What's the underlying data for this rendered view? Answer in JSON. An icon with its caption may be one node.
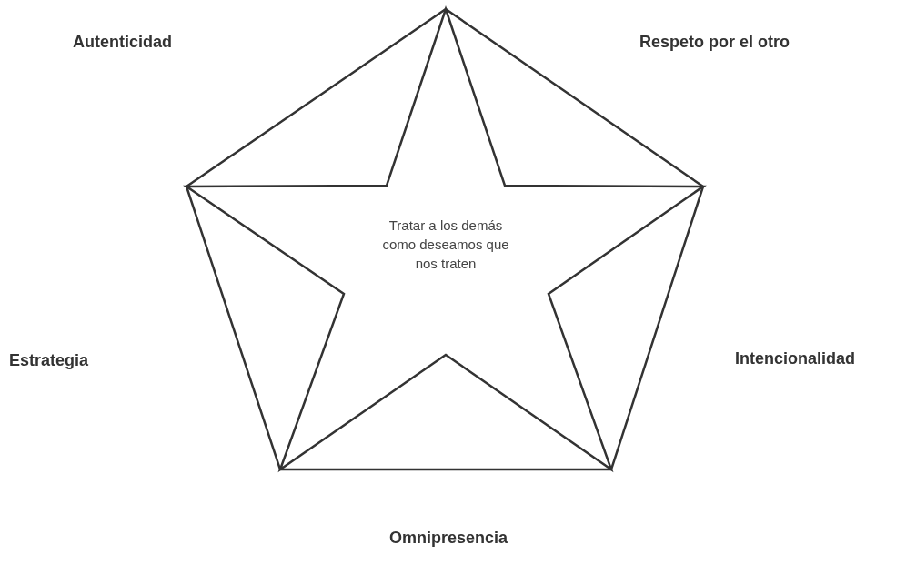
{
  "diagram": {
    "nodes": [
      {
        "text": [],
        "shape": "pentagon"
      },
      {
        "text": [
          "Tratar a los demás como deseamos que nos traten"
        ],
        "in": 0
      }
    ],
    "labels": [
      "Autenticidad",
      "Respeto por el otro",
      "Estrategia",
      "Intencionalidad",
      "Omnipresencia"
    ]
  }
}
